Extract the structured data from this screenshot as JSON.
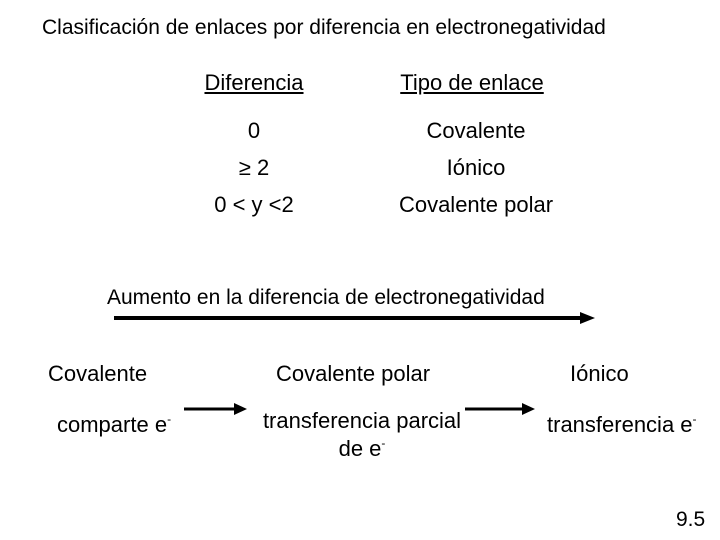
{
  "slide": {
    "title": "Clasificación de enlaces por diferencia en electronegatividad",
    "page_number": "9.5"
  },
  "table": {
    "headers": {
      "difference": "Diferencia",
      "bond_type": "Tipo de enlace"
    },
    "rows": [
      {
        "difference": "0",
        "bond_type": "Covalente"
      },
      {
        "difference": "≥ 2",
        "bond_type": "Iónico"
      },
      {
        "difference": "0 < y <2",
        "bond_type": "Covalente polar"
      }
    ]
  },
  "scale": {
    "caption": "Aumento en la diferencia de electronegatividad",
    "types": [
      "Covalente",
      "Covalente polar",
      "Iónico"
    ],
    "descriptions": {
      "covalent": {
        "text": "comparte e",
        "sup": "-"
      },
      "polar_line1": "transferencia parcial",
      "polar_line2": {
        "text": "de e",
        "sup": "-"
      },
      "ionic": {
        "text": "transferencia e",
        "sup": "-"
      }
    }
  }
}
